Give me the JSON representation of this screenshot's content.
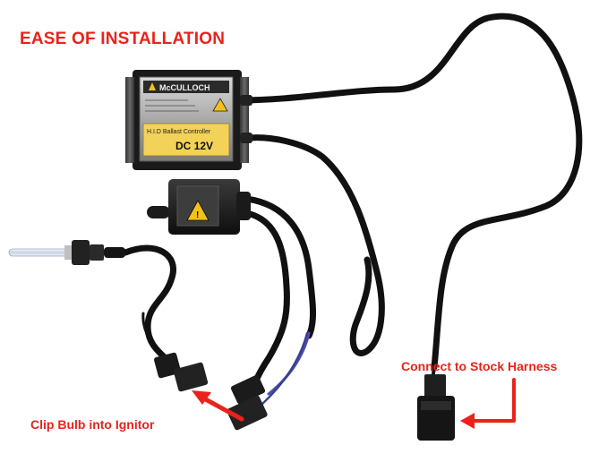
{
  "title": "EASE OF INSTALLATION",
  "ballast": {
    "brand": "McCULLOCH",
    "product": "H.I.D Ballast Controller",
    "voltage": "DC 12V"
  },
  "annotations": {
    "clip": "Clip Bulb into Ignitor",
    "harness": "Connect to Stock Harness"
  },
  "colors": {
    "caption": "#e8231c",
    "arrow": "#e8231c",
    "cable": "#111111",
    "warning": "#f2c21a"
  }
}
